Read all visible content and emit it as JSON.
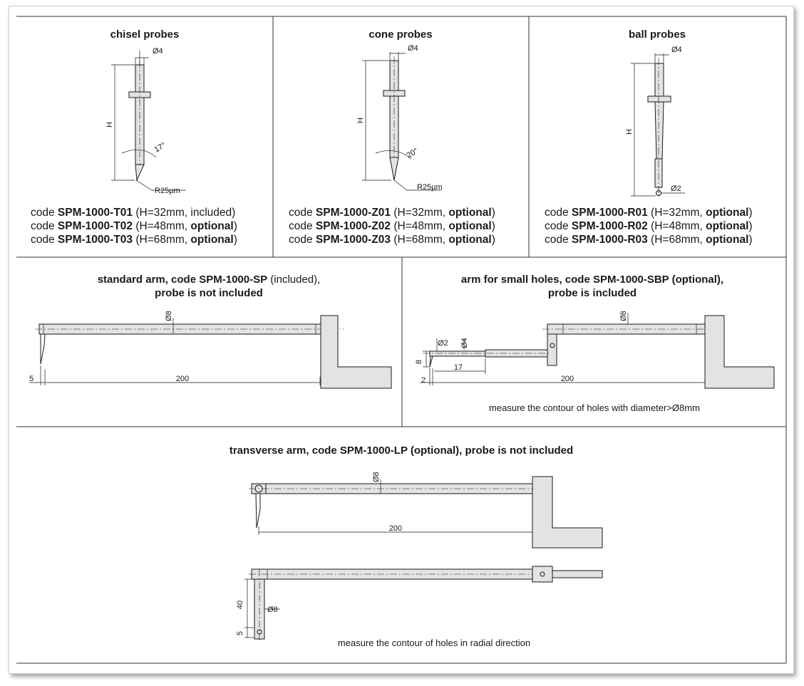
{
  "probes": [
    {
      "title": "chisel probes",
      "dims": {
        "diameter": "Ø4",
        "height": "H",
        "angle": "17°",
        "tip": "R25µm"
      },
      "codes": [
        {
          "prefix": "code ",
          "code": "SPM-1000-T01",
          "detail_pre": " (H=32mm, ",
          "detail_status": "included",
          "status_bold": false,
          "suffix": ")"
        },
        {
          "prefix": "code ",
          "code": "SPM-1000-T02",
          "detail_pre": " (H=48mm, ",
          "detail_status": "optional",
          "status_bold": true,
          "suffix": ")"
        },
        {
          "prefix": "code ",
          "code": "SPM-1000-T03",
          "detail_pre": " (H=68mm, ",
          "detail_status": "optional",
          "status_bold": true,
          "suffix": ")"
        }
      ]
    },
    {
      "title": "cone probes",
      "dims": {
        "diameter": "Ø4",
        "height": "H",
        "angle": "20°",
        "tip": "R25µm"
      },
      "codes": [
        {
          "prefix": "code ",
          "code": "SPM-1000-Z01",
          "detail_pre": " (H=32mm, ",
          "detail_status": "optional",
          "status_bold": true,
          "suffix": ")"
        },
        {
          "prefix": "code ",
          "code": "SPM-1000-Z02",
          "detail_pre": " (H=48mm, ",
          "detail_status": "optional",
          "status_bold": true,
          "suffix": ")"
        },
        {
          "prefix": "code ",
          "code": "SPM-1000-Z03",
          "detail_pre": " (H=68mm, ",
          "detail_status": "optional",
          "status_bold": true,
          "suffix": ")"
        }
      ]
    },
    {
      "title": "ball probes",
      "dims": {
        "diameter": "Ø4",
        "height": "H",
        "tip": "Ø2"
      },
      "codes": [
        {
          "prefix": "code ",
          "code": "SPM-1000-R01",
          "detail_pre": " (H=32mm, ",
          "detail_status": "optional",
          "status_bold": true,
          "suffix": ")"
        },
        {
          "prefix": "code ",
          "code": "SPM-1000-R02",
          "detail_pre": " (H=48mm, ",
          "detail_status": "optional",
          "status_bold": true,
          "suffix": ")"
        },
        {
          "prefix": "code ",
          "code": "SPM-1000-R03",
          "detail_pre": " (H=68mm, ",
          "detail_status": "optional",
          "status_bold": true,
          "suffix": ")"
        }
      ]
    }
  ],
  "standard_arm": {
    "title_bold": "standard arm, code SPM-1000-SP",
    "title_normal": " (included),",
    "title_line2": "probe is not included",
    "dim_diameter": "Ø8",
    "dim_length": "200",
    "dim_offset": "5"
  },
  "small_holes_arm": {
    "title_line1": "arm for small holes, code SPM-1000-SBP (optional),",
    "title_line2": "probe is included",
    "dim_diameter": "Ø8",
    "dim_probe": "Ø2",
    "dim_stem": "Ø4",
    "dim_height": "8",
    "dim_tip_len": "17",
    "dim_length": "200",
    "dim_offset": "2",
    "note": "measure the contour of holes with diameter>Ø8mm"
  },
  "transverse_arm": {
    "title": "transverse arm, code SPM-1000-LP (optional), probe is not included",
    "dim_diameter_top": "Ø8",
    "dim_length": "200",
    "dim_height": "40",
    "dim_diameter_side": "Ø8",
    "dim_offset": "5",
    "note": "measure the contour of holes in radial direction"
  }
}
